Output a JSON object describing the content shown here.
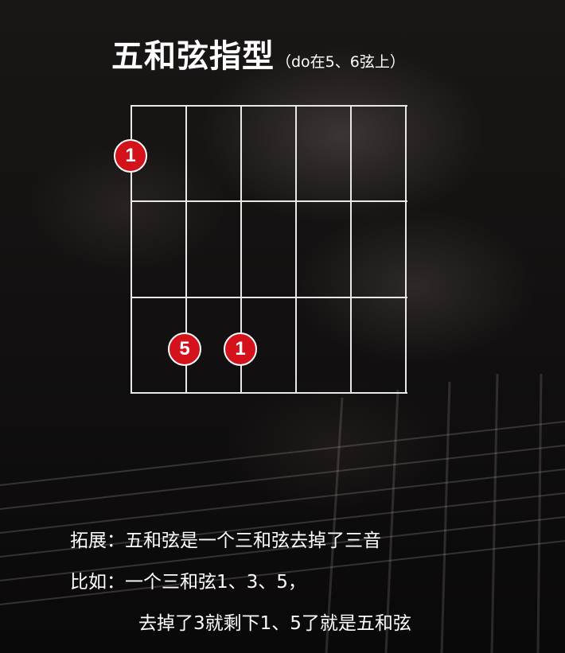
{
  "title": {
    "main": "五和弦指型",
    "sub": "（do在5、6弦上）"
  },
  "fretboard": {
    "strings": 6,
    "frets": 3,
    "markers": [
      {
        "label": "1",
        "string": 6,
        "fret": 1
      },
      {
        "label": "5",
        "string": 5,
        "fret": 3
      },
      {
        "label": "1",
        "string": 4,
        "fret": 3
      }
    ],
    "marker_color": "#d3121b"
  },
  "notes": {
    "line1": "拓展：五和弦是一个三和弦去掉了三音",
    "line2": "比如：一个三和弦1、3、5，",
    "line3": "去掉了3就剩下1、5了就是五和弦"
  }
}
